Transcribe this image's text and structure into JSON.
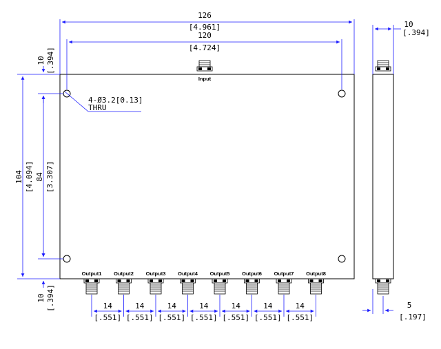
{
  "top_dims": {
    "overall_mm": "126",
    "overall_in": "[4.961]",
    "holes_mm": "120",
    "holes_in": "[4.724]"
  },
  "side_dims": {
    "thickness_mm": "10",
    "thickness_in": "[.394]",
    "offset_mm": "5",
    "offset_in": "[.197]"
  },
  "left_dims": {
    "top_margin_mm": "10",
    "top_margin_in": "[.394]",
    "height_mm": "104",
    "height_in": "[4.094]",
    "holes_mm": "84",
    "holes_in": "[3.307]",
    "bottom_margin_mm": "10",
    "bottom_margin_in": "[.394]"
  },
  "hole_note": {
    "line1": "4-Ø3.2[0.13]",
    "line2": "THRU"
  },
  "input_label": "Input",
  "outputs": [
    "Output1",
    "Output2",
    "Output3",
    "Output4",
    "Output5",
    "Output6",
    "Output7",
    "Output8"
  ],
  "pitch": {
    "mm": "14",
    "in": "[.551]"
  }
}
